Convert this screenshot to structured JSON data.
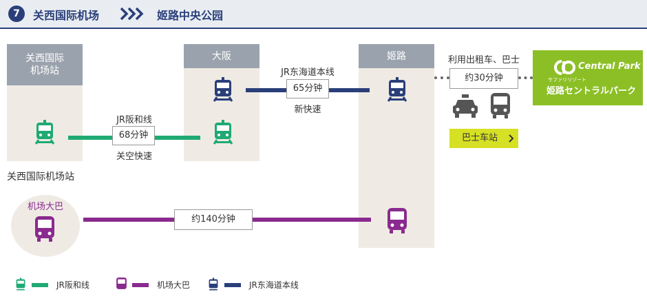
{
  "header": {
    "step_number": "7",
    "origin": "关西国际机场",
    "destination": "姬路中央公园"
  },
  "stations": {
    "kansai_airport": "关西国际\n机场站",
    "osaka": "大阪",
    "himeji": "姬路",
    "kansai_airport_bus": "关西国际机场站"
  },
  "routes": {
    "jr_hanwa": {
      "name": "JR阪和线",
      "time": "68分钟",
      "service": "关空快速"
    },
    "jr_tokaido": {
      "name": "JR东海道本线",
      "time": "65分钟",
      "service": "新快速"
    },
    "airport_bus": {
      "label": "机场大巴",
      "time": "约140分钟"
    },
    "last_leg": {
      "label": "利用出租车、巴士",
      "time": "约30分钟",
      "bus_stop_button": "巴士车站"
    }
  },
  "destination_logo": {
    "brand": "Central Park",
    "subtitle": "サファリリゾート",
    "name_jp": "姫路セントラルパーク"
  },
  "legend": [
    {
      "label": "JR阪和线",
      "color": "#1faa73",
      "icon": "train-icon"
    },
    {
      "label": "机场大巴",
      "color": "#8a2a8e",
      "icon": "bus-icon"
    },
    {
      "label": "JR东海道本线",
      "color": "#2a3f7a",
      "icon": "train-icon"
    }
  ],
  "colors": {
    "navy": "#2a3f7a",
    "green": "#1faa73",
    "purple": "#8a2a8e",
    "lime_button": "#d6e024",
    "park_green": "#8cbf26"
  }
}
